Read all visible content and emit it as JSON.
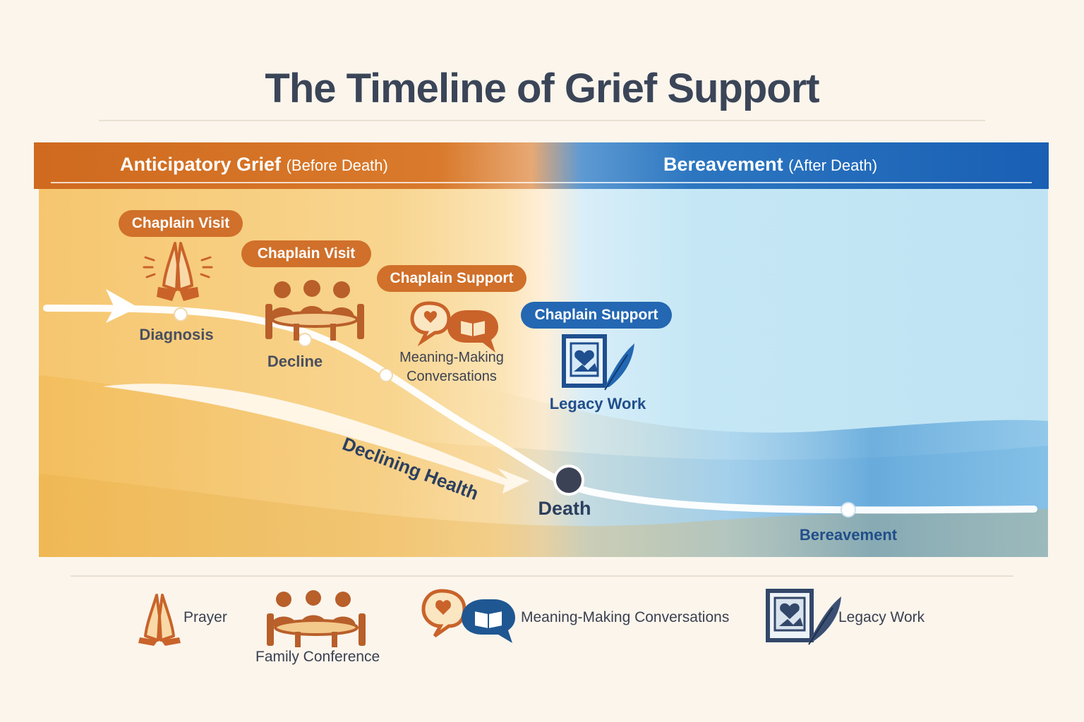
{
  "title": "The Timeline of Grief Support",
  "phases": {
    "before": {
      "name": "Anticipatory Grief",
      "qualifier": "(Before Death)"
    },
    "after": {
      "name": "Bereavement",
      "qualifier": "(After Death)"
    }
  },
  "milestones": [
    {
      "label": "Diagnosis"
    },
    {
      "label": "Decline"
    },
    {
      "label": "Meaning-Making",
      "label2": "Conversations"
    },
    {
      "label": "Death"
    },
    {
      "label": "Bereavement"
    }
  ],
  "callouts": [
    {
      "label": "Chaplain Visit"
    },
    {
      "label": "Chaplain Visit"
    },
    {
      "label": "Chaplain Support"
    },
    {
      "label": "Chaplain Support"
    }
  ],
  "annotations": {
    "trend": "Declining Health",
    "legacy": "Legacy Work"
  },
  "legend": [
    {
      "icon": "praying-hands-icon",
      "label": "Prayer"
    },
    {
      "icon": "family-conference-icon",
      "label": "Family Conference"
    },
    {
      "icon": "conversation-bubbles-icon",
      "label": "Meaning-Making Conversations"
    },
    {
      "icon": "legacy-frame-quill-icon",
      "label": "Legacy Work"
    }
  ],
  "colors": {
    "anticipatory": "#d0702a",
    "bereavement": "#2467b2",
    "title": "#3b4558"
  }
}
